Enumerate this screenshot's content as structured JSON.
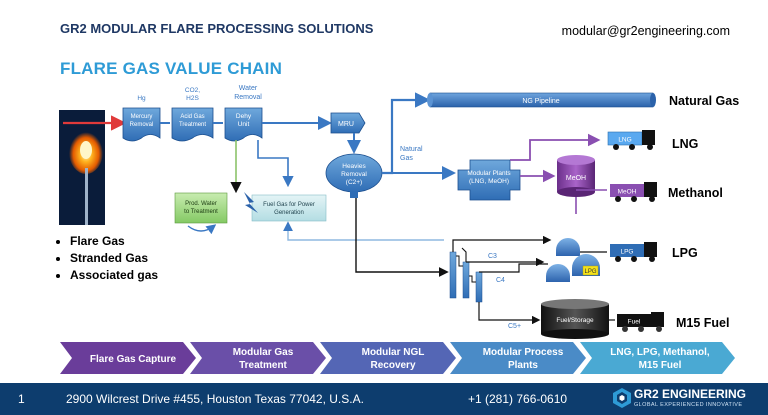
{
  "header": {
    "company": "GR2 MODULAR FLARE PROCESSING SOLUTIONS",
    "email": "modular@gr2engineering.com",
    "title": "FLARE GAS VALUE CHAIN"
  },
  "process": {
    "hg_label": "Hg",
    "co2_label": "CO2,",
    "h2s_label": "H2S",
    "water_label": "Water",
    "removal_label": "Removal",
    "mercury_1": "Mercury",
    "mercury_2": "Removal",
    "acid_1": "Acid Gas",
    "acid_2": "Treatment",
    "dehy_1": "Dehy",
    "dehy_2": "Unit",
    "mru": "MRU",
    "heavies_1": "Heavies",
    "heavies_2": "Removal",
    "heavies_3": "(C2+)",
    "natural_gas_1": "Natural",
    "natural_gas_2": "Gas",
    "ng_pipeline": "NG Pipeline",
    "modular_plants_1": "Modular Plants",
    "modular_plants_2": "(LNG, MeOH)",
    "meoh_tank": "MeOH",
    "prod_water_1": "Prod. Water",
    "prod_water_2": "to Treatment",
    "fuel_gas_1": "Fuel Gas for Power",
    "fuel_gas_2": "Generation",
    "c3": "C3",
    "c4": "C4",
    "c5": "C5+",
    "fuel_storage": "Fuel/Storage",
    "lpg_sphere": "LPG"
  },
  "trucks": {
    "lng": "LNG",
    "meoh": "MeOH",
    "lpg": "LPG",
    "fuel": "Fuel"
  },
  "outputs": {
    "natural_gas": "Natural Gas",
    "lng": "LNG",
    "methanol": "Methanol",
    "lpg": "LPG",
    "m15": "M15 Fuel"
  },
  "sources": [
    "Flare Gas",
    "Stranded Gas",
    "Associated gas"
  ],
  "stages": [
    {
      "line1": "Flare Gas Capture",
      "line2": ""
    },
    {
      "line1": "Modular Gas",
      "line2": "Treatment"
    },
    {
      "line1": "Modular NGL",
      "line2": "Recovery"
    },
    {
      "line1": "Modular Process",
      "line2": "Plants"
    },
    {
      "line1": "LNG, LPG, Methanol,",
      "line2": "M15 Fuel"
    }
  ],
  "footer": {
    "page": "1",
    "address": "2900 Wilcrest Drive #455, Houston Texas 77042, U.S.A.",
    "phone": "+1 (281) 766-0610",
    "logo_name": "GR2 ENGINEERING",
    "logo_tagline": "GLOBAL   EXPERIENCED   INNOVATIVE"
  },
  "colors": {
    "title": "#2e9bd6",
    "company": "#1f3864",
    "process_blue": "#3a78c3",
    "footer_bg": "#0d3d6e",
    "stage_colors": [
      "#6a3d9a",
      "#6a4fa8",
      "#5466b5",
      "#4a8bc7",
      "#4aa9d3"
    ]
  }
}
